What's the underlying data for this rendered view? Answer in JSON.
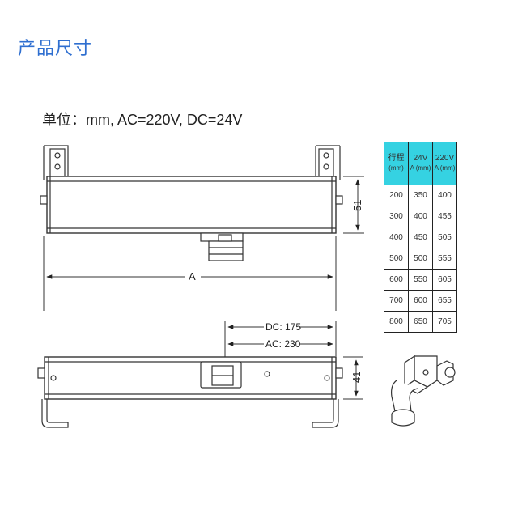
{
  "title": "产品尺寸",
  "units_line": "单位：mm,  AC=220V, DC=24V",
  "top_view": {
    "dim_A_label": "A",
    "dim_height_label": "51"
  },
  "bottom_view": {
    "dc_label": "DC: 175",
    "ac_label": "AC: 230",
    "dim_height_label": "41"
  },
  "table": {
    "headers": [
      {
        "label": "行程",
        "sub": "(mm)"
      },
      {
        "label": "24V",
        "sub": "A (mm)"
      },
      {
        "label": "220V",
        "sub": "A (mm)"
      }
    ],
    "rows": [
      [
        "200",
        "350",
        "400"
      ],
      [
        "300",
        "400",
        "455"
      ],
      [
        "400",
        "450",
        "505"
      ],
      [
        "500",
        "500",
        "555"
      ],
      [
        "600",
        "550",
        "605"
      ],
      [
        "700",
        "600",
        "655"
      ],
      [
        "800",
        "650",
        "705"
      ]
    ]
  },
  "colors": {
    "title": "#2f6fd0",
    "table_header": "#35d2e2",
    "line": "#222222"
  }
}
